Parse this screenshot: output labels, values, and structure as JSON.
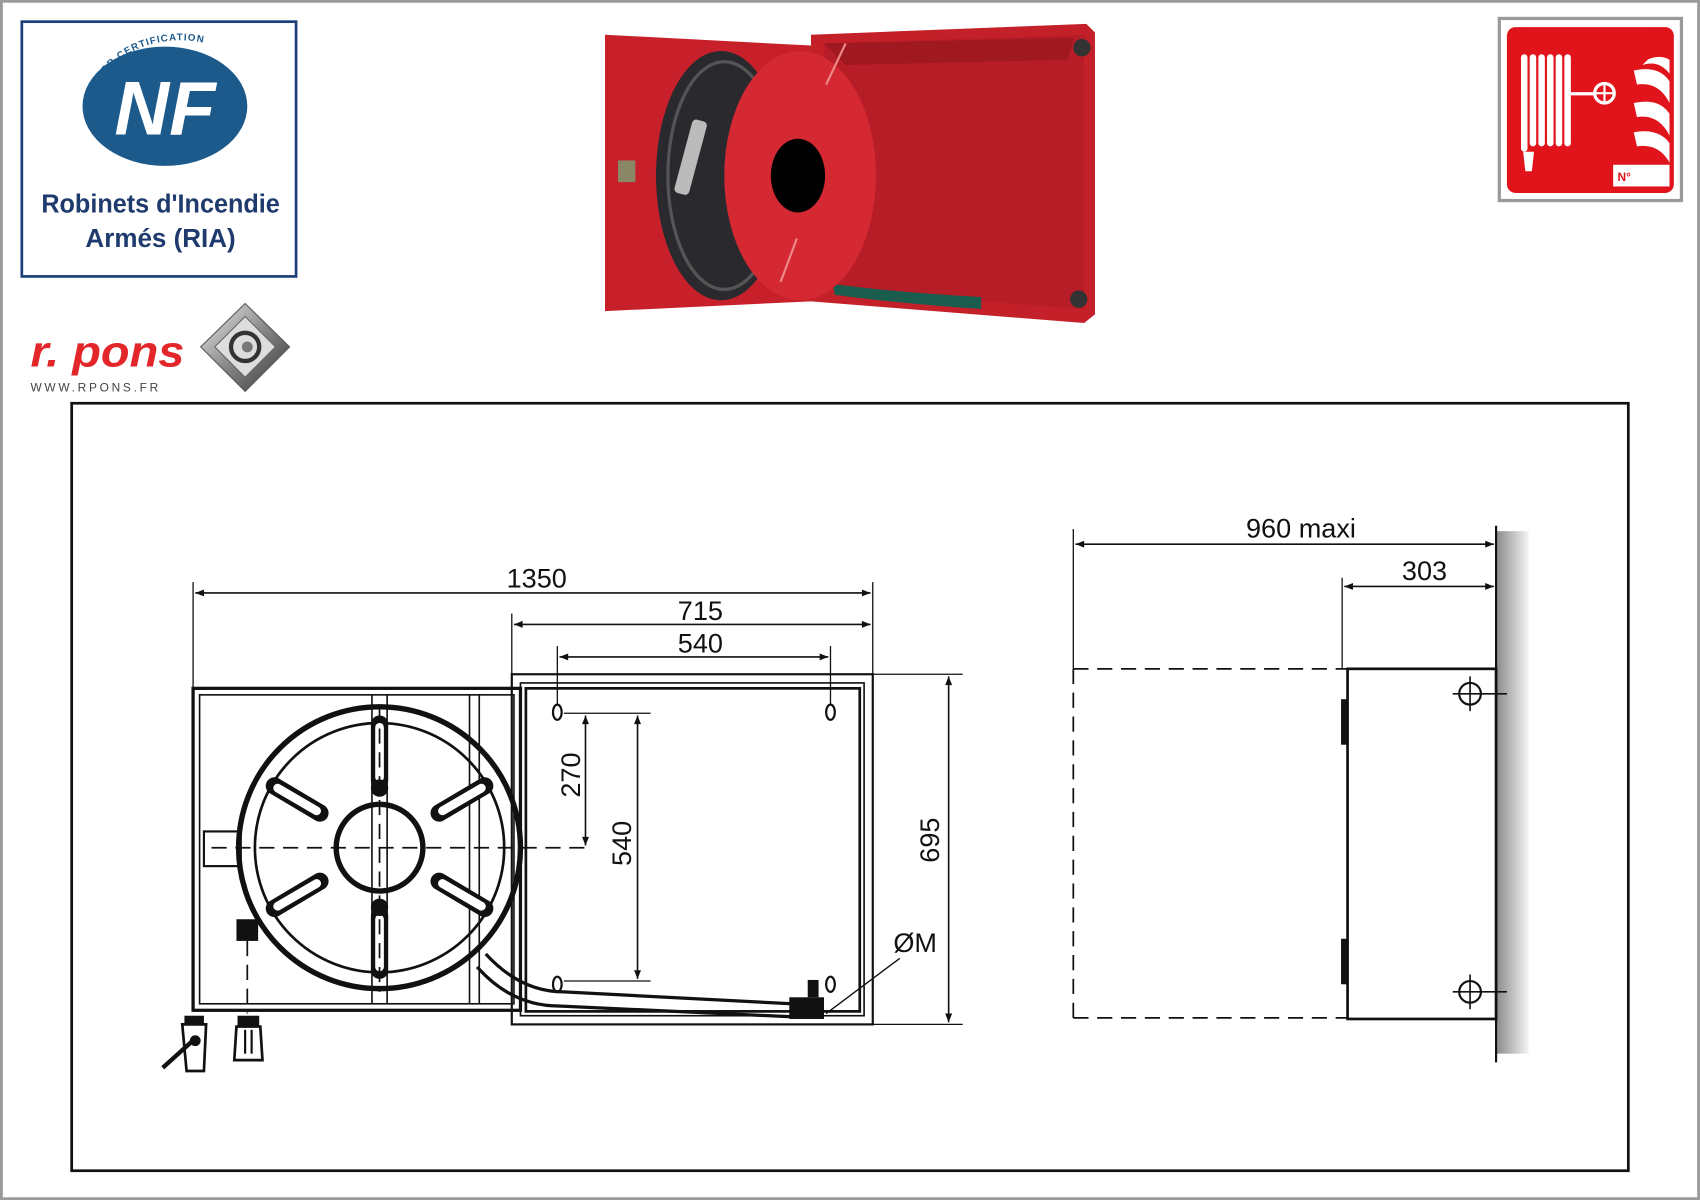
{
  "certification": {
    "logo_text": "NF",
    "arc_text": "PAR AFNOR CERTIFICATION",
    "line1": "Robinets d'Incendie",
    "line2": "Armés (RIA)"
  },
  "brand": {
    "name": "r. pons",
    "website": "WWW.RPONS.FR"
  },
  "sign": {
    "number_label": "N°"
  },
  "colors": {
    "cabinet_red": "#c8202a",
    "nf_blue": "#1d5a8c",
    "sign_red": "#e1141b"
  },
  "front_view": {
    "dim_total_width": "1350",
    "dim_cabinet_width": "715",
    "dim_fixing_width": "540",
    "dim_height": "695",
    "dim_axis_height": "270",
    "dim_fixing_height": "540",
    "dim_inlet": "ØM"
  },
  "side_view": {
    "dim_max_depth": "960 maxi",
    "dim_depth": "303"
  }
}
